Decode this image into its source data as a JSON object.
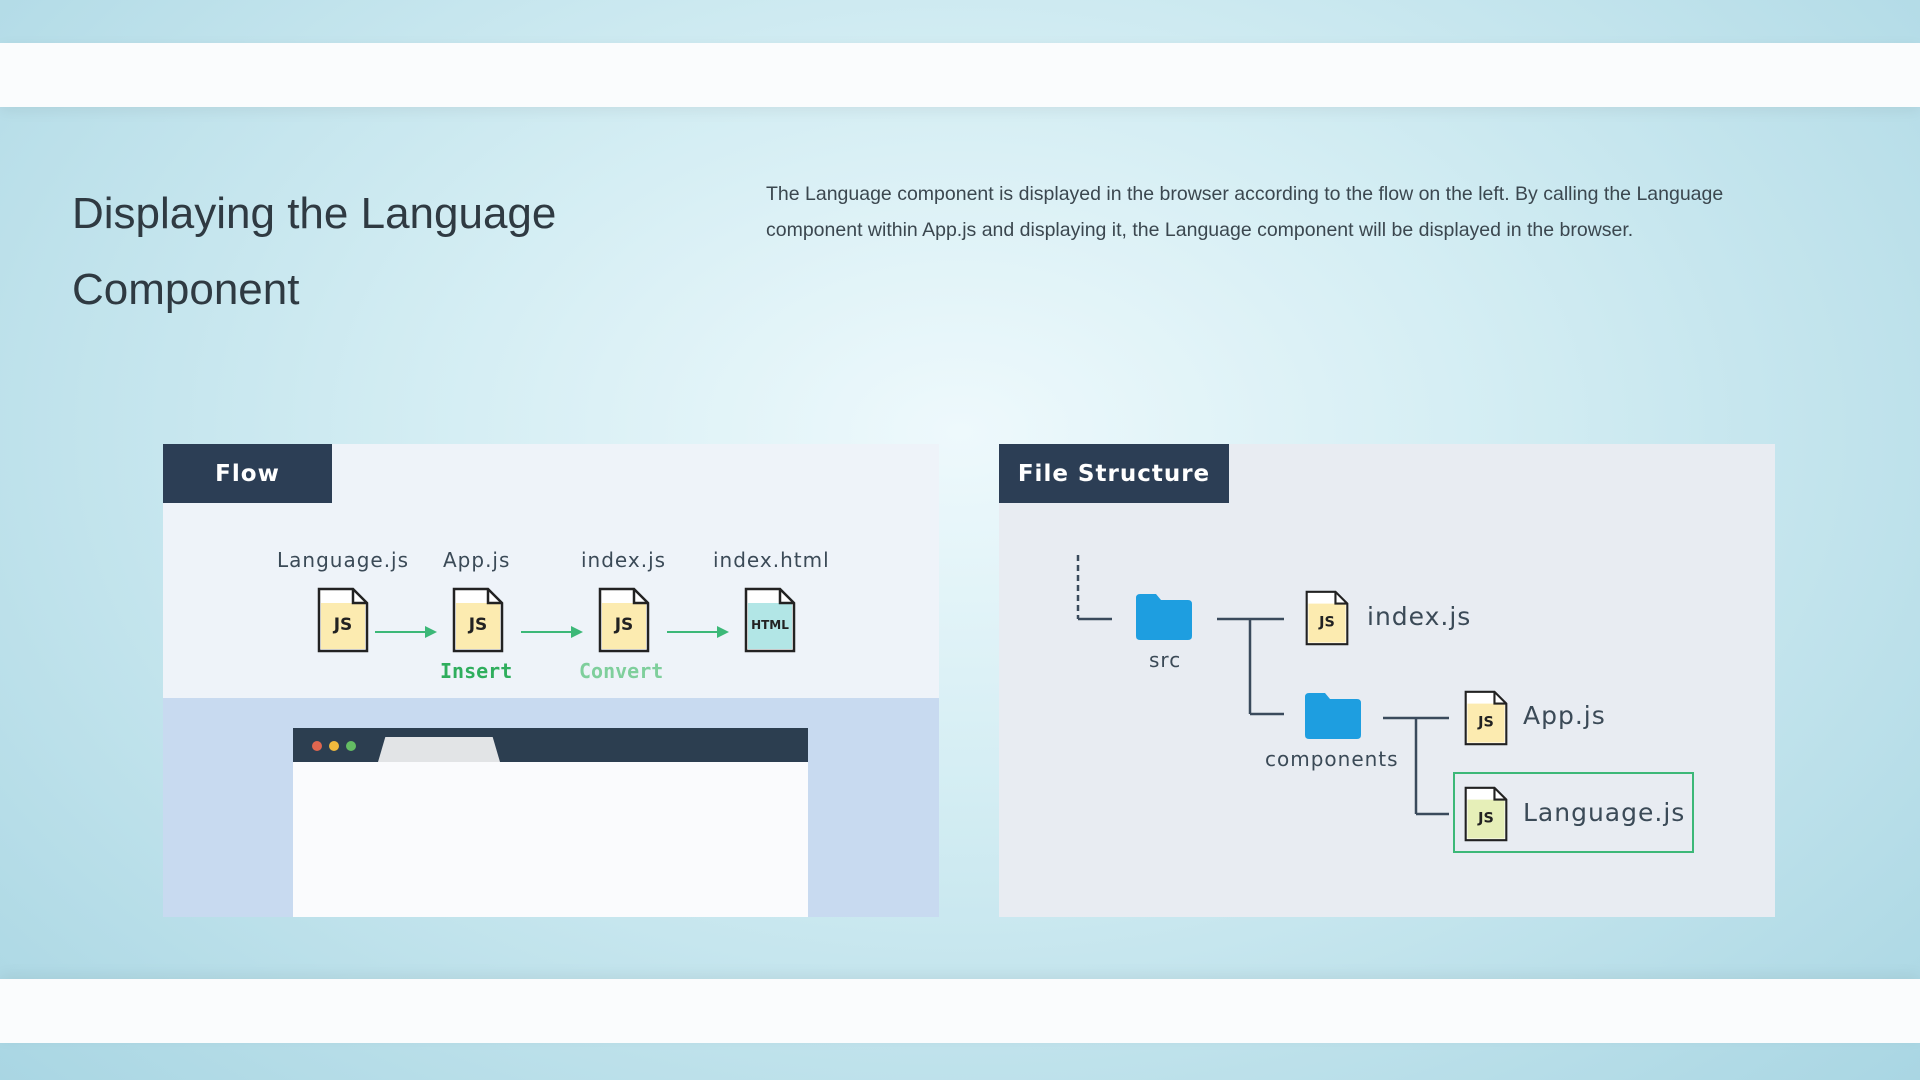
{
  "heading": {
    "title_line1": "Displaying the Language",
    "title_line2": "Component"
  },
  "description": {
    "line1": "The Language component is displayed in the browser according to the flow on the left. By calling the Language",
    "line2": "component within App.js and displaying it, the Language component will be displayed in the browser."
  },
  "flow": {
    "tag": "Flow",
    "files": [
      {
        "label": "Language.js",
        "badge": "JS"
      },
      {
        "label": "App.js",
        "badge": "JS"
      },
      {
        "label": "index.js",
        "badge": "JS"
      },
      {
        "label": "index.html",
        "badge": "HTML"
      }
    ],
    "steps": {
      "insert": "Insert",
      "convert": "Convert"
    }
  },
  "file_structure": {
    "tag": "File Structure",
    "folders": {
      "src": "src",
      "components": "components"
    },
    "files": {
      "index": "index.js",
      "app": "App.js",
      "language": "Language.js"
    },
    "badge": "JS"
  },
  "colors": {
    "tag_bg": "#2c3e55",
    "arrow": "#3cb878",
    "insert": "#2fae5d",
    "convert": "#7fcf9c",
    "folder": "#1e9ee0",
    "js_fill": "#fcebb0",
    "html_fill": "#b2e6e6",
    "language_fill": "#e6efb8"
  }
}
